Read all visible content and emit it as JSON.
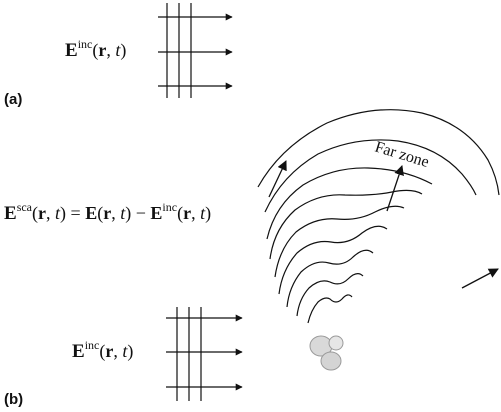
{
  "panel_a": {
    "label": "(a)",
    "incident_symbol": "E",
    "incident_sup": "inc",
    "incident_args": "(r, t)"
  },
  "panel_b": {
    "label": "(b)",
    "incident_symbol": "E",
    "incident_sup": "inc",
    "incident_args": "(r, t)",
    "far_zone_label": "Far zone",
    "equation": {
      "lhs_symbol": "E",
      "lhs_sup": "sca",
      "lhs_args": "(r, t) = ",
      "total_symbol": "E",
      "total_args": "(r, t) − ",
      "inc_symbol": "E",
      "inc_sup": "inc",
      "inc_args": "(r, t)"
    }
  },
  "colors": {
    "ink": "#111111",
    "scatterer_fill": "#d9d9d9",
    "scatterer_stroke": "#9a9a9a"
  }
}
